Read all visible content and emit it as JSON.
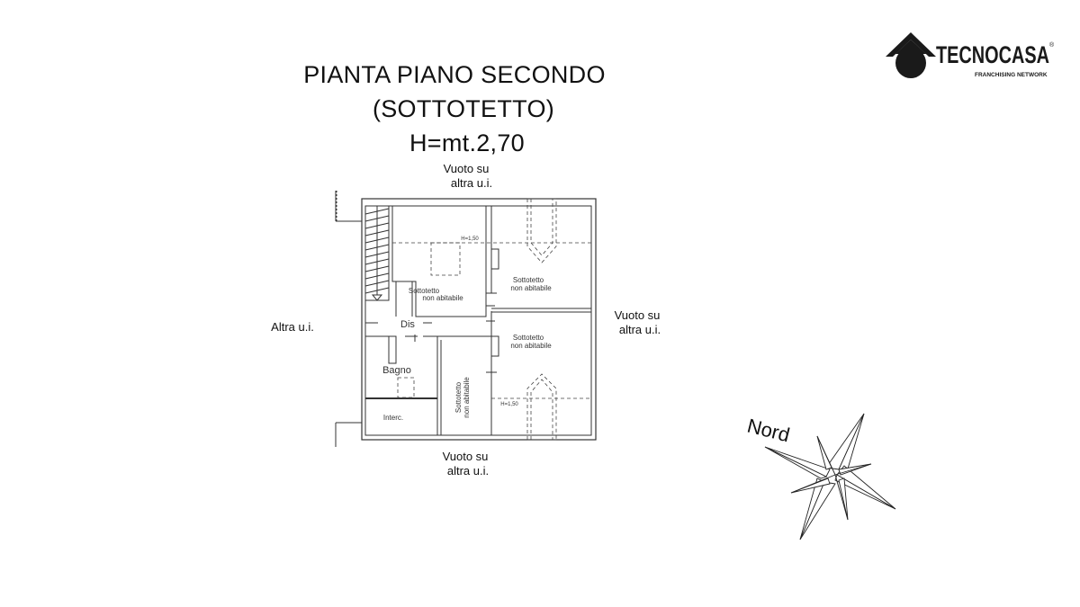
{
  "title": {
    "line1": "PIANTA PIANO SECONDO",
    "line2": "(SOTTOTETTO)",
    "line3": "H=mt.2,70"
  },
  "logo": {
    "brand": "TECNOCASA",
    "registered": "®",
    "tagline": "FRANCHISING NETWORK",
    "icon": "house-icon",
    "color": "#1a1a1a"
  },
  "surroundings": {
    "top": {
      "line1": "Vuoto su",
      "line2": "altra u.i."
    },
    "bottom": {
      "line1": "Vuoto su",
      "line2": "altra u.i."
    },
    "right": {
      "line1": "Vuoto su",
      "line2": "altra u.i."
    },
    "left": "Altra u.i."
  },
  "rooms": {
    "sottotetto_nw": {
      "line1": "Sottotetto",
      "line2": "non abitabile"
    },
    "sottotetto_ne": {
      "line1": "Sottotetto",
      "line2": "non abitabile"
    },
    "sottotetto_se": {
      "line1": "Sottotetto",
      "line2": "non abitabile"
    },
    "sottotetto_s": {
      "line1": "Sottotetto",
      "line2": "non abitabile"
    },
    "dis": "Dis",
    "bagno": "Bagno",
    "interc": "Interc."
  },
  "heights": {
    "top": "H=1,50",
    "bottom": "H=1,50"
  },
  "compass": {
    "label": "Nord",
    "icon": "compass-rose-icon"
  }
}
